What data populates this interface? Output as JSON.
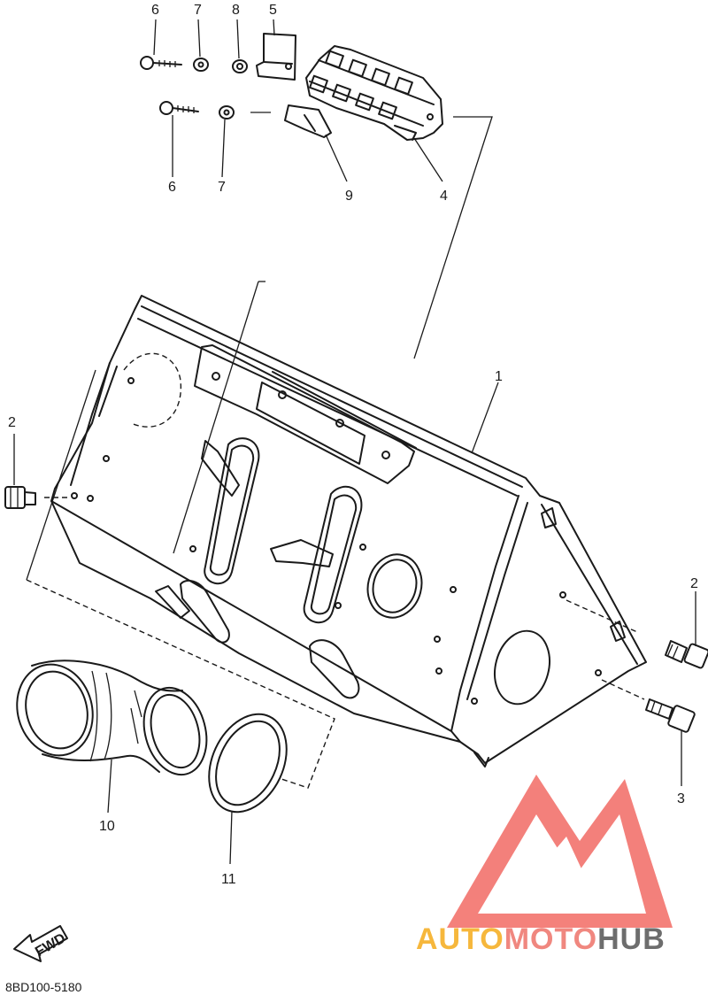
{
  "diagram": {
    "callouts": [
      "1",
      "2",
      "2",
      "3",
      "4",
      "5",
      "6",
      "6",
      "7",
      "7",
      "8",
      "9",
      "10",
      "11"
    ],
    "part_code": "8BD100-5180",
    "fwd_label": "FWD"
  },
  "watermark": {
    "word_1": "AUTO",
    "word_2": "MOTO",
    "word_3": "HUB",
    "colors": {
      "auto": "#f6b73c",
      "moto": "#f0877f",
      "hub": "#6d6d6d",
      "logo": "#f26b64"
    }
  }
}
